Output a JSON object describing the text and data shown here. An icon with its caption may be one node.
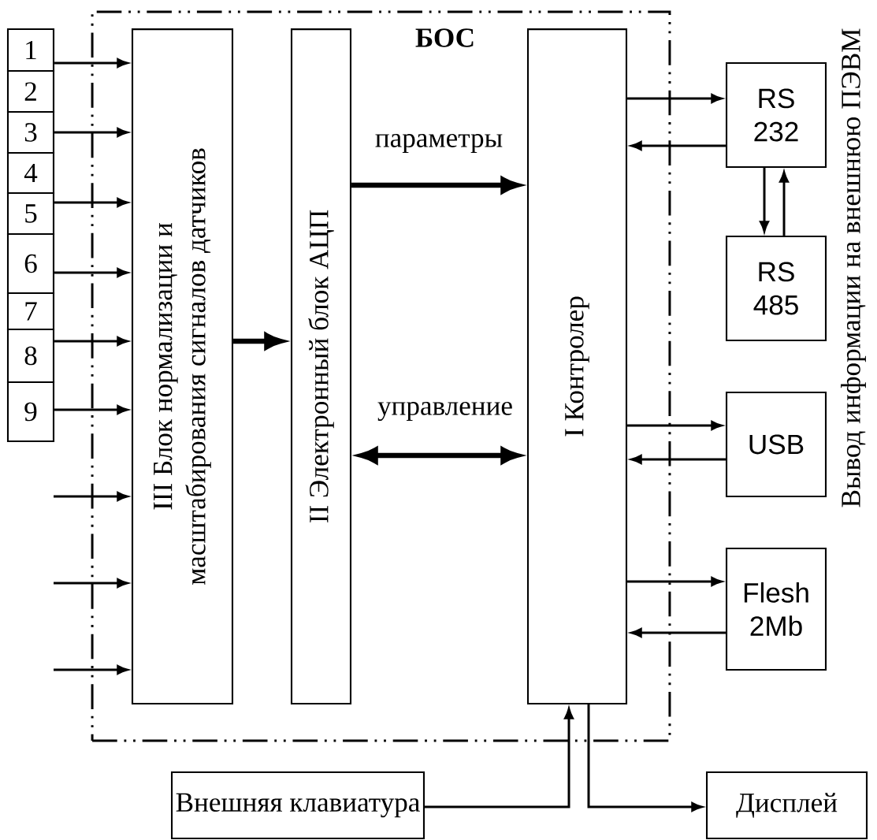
{
  "diagram": {
    "nodes": [
      {
        "text": [
          "БОС"
        ]
      },
      {
        "text": [
          "1"
        ]
      },
      {
        "text": [
          "2"
        ]
      },
      {
        "text": [
          "3"
        ]
      },
      {
        "text": [
          "4"
        ]
      },
      {
        "text": [
          "5"
        ]
      },
      {
        "text": [
          "6"
        ]
      },
      {
        "text": [
          "7"
        ]
      },
      {
        "text": [
          "8"
        ]
      },
      {
        "text": [
          "9"
        ]
      },
      {
        "text": [
          "III Блок нормализации и масштабирования сигналов датчиков"
        ],
        "in": 0
      },
      {
        "text": [
          "II Электронный блок АЦП"
        ],
        "in": 0
      },
      {
        "text": [
          "I Контролер"
        ],
        "in": 0
      },
      {
        "text": [
          "RS 232"
        ]
      },
      {
        "text": [
          "RS 485"
        ]
      },
      {
        "text": [
          "USB"
        ]
      },
      {
        "text": [
          "Flesh 2Mb"
        ]
      },
      {
        "text": [
          "Внешняя клавиатура"
        ]
      },
      {
        "text": [
          "Дисплей"
        ]
      }
    ],
    "edges": [
      {
        "from": 1,
        "to": 10,
        "arrow": "to"
      },
      {
        "from": 3,
        "to": 10,
        "arrow": "to"
      },
      {
        "from": 5,
        "to": 10,
        "arrow": "to"
      },
      {
        "from": 6,
        "to": 10,
        "arrow": "to"
      },
      {
        "from": 8,
        "to": 10,
        "arrow": "to"
      },
      {
        "from": 9,
        "to": 10,
        "arrow": "to"
      },
      {
        "from": null,
        "to": 10,
        "arrow": "to"
      },
      {
        "from": null,
        "to": 10,
        "arrow": "to"
      },
      {
        "from": null,
        "to": 10,
        "arrow": "to"
      },
      {
        "from": 10,
        "to": 11,
        "arrow": "to",
        "style": "thick"
      },
      {
        "from": 11,
        "to": 12,
        "arrow": "to",
        "style": "thick",
        "label": "параметры"
      },
      {
        "from": 11,
        "to": 12,
        "arrow": "both",
        "style": "thick",
        "label": "управление"
      },
      {
        "from": 12,
        "to": 13,
        "arrow": "to"
      },
      {
        "from": 13,
        "to": 12,
        "arrow": "to"
      },
      {
        "from": 13,
        "to": 14,
        "arrow": "to"
      },
      {
        "from": 14,
        "to": 13,
        "arrow": "to"
      },
      {
        "from": 12,
        "to": 15,
        "arrow": "to"
      },
      {
        "from": 15,
        "to": 12,
        "arrow": "to"
      },
      {
        "from": 12,
        "to": 16,
        "arrow": "to"
      },
      {
        "from": 16,
        "to": 12,
        "arrow": "to"
      },
      {
        "from": 17,
        "to": 12,
        "arrow": "to"
      },
      {
        "from": 12,
        "to": 18,
        "arrow": "to"
      }
    ],
    "labels": [
      "Вывод информации на внешнюю ПЭВМ"
    ]
  }
}
